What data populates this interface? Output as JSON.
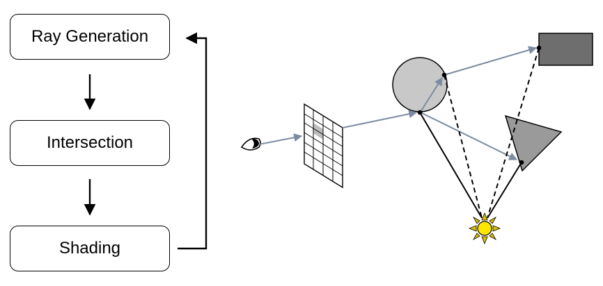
{
  "pipeline": {
    "stages": [
      {
        "label": "Ray Generation"
      },
      {
        "label": "Intersection"
      },
      {
        "label": "Shading"
      }
    ]
  },
  "scene": {
    "colors": {
      "ray": "#7c8ba0",
      "sphere": "#c8c8c8",
      "box": "#6e6e6e",
      "triangle": "#9a9a9a",
      "light": "#ffe600",
      "light_rays": "#c8a200"
    },
    "icons": [
      "eye-icon",
      "light-source-icon"
    ]
  }
}
